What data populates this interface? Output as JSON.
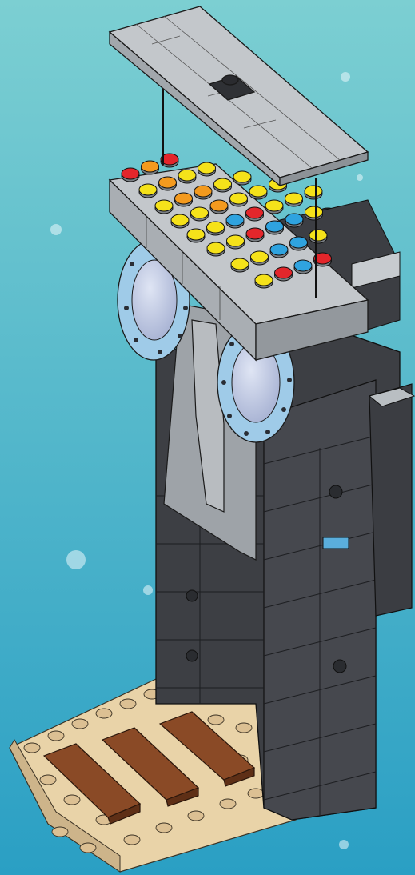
{
  "scene": {
    "background_top": "#7ccfd2",
    "background_bottom": "#2a9fc4",
    "snowflake_icon": "snowflake-icon"
  },
  "colors": {
    "light_gray": "#a9aeb3",
    "light_gray_top": "#c3c7cb",
    "dark_brick": "#3d3f44",
    "dark_brick_shade": "#2b2c30",
    "porthole_blue": "#9fcbe8",
    "porthole_glass": "#c6cfe6",
    "tan": "#e6cfa3",
    "tan_stud": "#d8bd8c",
    "brown_tile": "#8a4a26",
    "stud_red": "#e3262b",
    "stud_orange": "#f39a1e",
    "stud_yellow": "#f5e21a",
    "stud_blue": "#2fa3df"
  },
  "studs": {
    "rows": [
      [
        "red",
        "orange",
        "red"
      ],
      [
        "yellow",
        "orange",
        "yellow",
        "yellow"
      ],
      [
        "yellow",
        "orange",
        "orange",
        "yellow",
        "yellow"
      ],
      [
        "yellow",
        "yellow",
        "orange",
        "yellow",
        "yellow",
        "yellow"
      ],
      [
        "yellow",
        "yellow",
        "blue",
        "red",
        "yellow",
        "yellow",
        "yellow"
      ],
      [
        "yellow",
        "yellow",
        "red",
        "blue",
        "blue",
        "yellow"
      ],
      [
        "yellow",
        "yellow",
        "blue",
        "blue",
        "yellow"
      ],
      [
        "yellow",
        "red",
        "blue",
        "red"
      ]
    ]
  }
}
